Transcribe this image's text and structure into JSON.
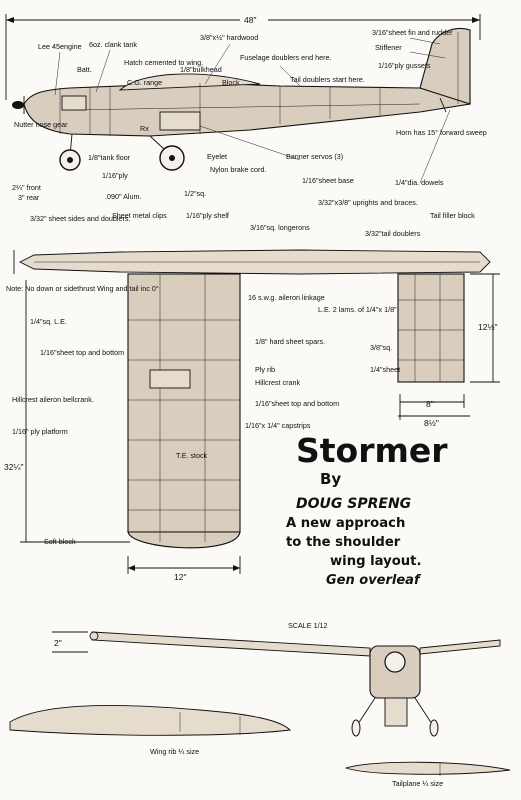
{
  "dimensions": {
    "fuselage_length": "48\"",
    "span": "32¼\"",
    "tail_chord_root": "12½\"",
    "tail_width_inner": "8\"",
    "tail_width_outer": "8½\"",
    "wing_chord": "12\"",
    "front_dim": "2\""
  },
  "side_view_labels": {
    "engine": "Lee 45engine",
    "tank": "6oz. clank tank",
    "hardwood": "3/8\"x½\" hardwood",
    "fin": "3/16\"sheet fin and rudder",
    "batt": "Batt.",
    "hatch": "Hatch cemented to wing.",
    "cg": "C.G. range",
    "bulkhead": "1/8\"bulkhead",
    "fuselage_doublers": "Fuselage doublers end here.",
    "stiffener": "Stiffener",
    "gussets": "1/16\"ply gussets",
    "block": "Block",
    "tail_doublers": "Tail doublers start here.",
    "rx": "Rx",
    "nutter": "Nutter nose gear",
    "tank_floor": "1/8\"tank floor",
    "horn": "Horn has 15° forward sweep",
    "eyelet": "Eyelet",
    "servos": "Banner servos (3)",
    "front": "2¼\" front",
    "rear": "3\" rear",
    "ply": "1/16\"ply",
    "nylon": "Nylon brake cord.",
    "sheet_base": "1/16\"sheet base",
    "dowels": "1/4\"dia. dowels",
    "alum": ".090\" Alum.",
    "sq": "1/2\"sq."
  },
  "plan_view_labels": {
    "sheet_sides": "3/32\" sheet sides and doublers.",
    "clips": "Sheet metal clips",
    "ply_shelf": "1/16\"ply shelf",
    "longerons": "3/16\"sq. longerons",
    "uprights": "3/32\"x3/8\" uprights and braces.",
    "tail_filler": "Tail filler block",
    "tail_doublers": "3/32\"tail doublers",
    "note": "Note: No down or sidethrust Wing and tail inc 0°",
    "aileron_linkage": "16 s.w.g. aileron linkage",
    "le_lams": "L.E. 2 lams. of 1/4\"x 1/8\"",
    "le_sq": "1/4\"sq. L.E.",
    "spars": "1/8\" hard sheet spars.",
    "sq38": "3/8\"sq.",
    "sheet_top": "1/16\"sheet top and bottom",
    "ply_rib": "Ply rib",
    "sheet14": "1/4\"sheet",
    "hillcrest_crank": "Hillcrest crank",
    "aileron_bell": "Hillcrest aileron bellcrank.",
    "sheet_top2": "1/16\"sheet top and bottom",
    "ply_platform": "1/16\" ply platform",
    "capstrips": "1/16\"x 1/4\" capstrips",
    "te_stock": "T.E. stock",
    "soft_block": "Soft block"
  },
  "title": {
    "name": "Stormer",
    "by": "By",
    "author": "DOUG SPRENG",
    "tagline_1": "A new approach",
    "tagline_2": "to the shoulder",
    "tagline_3": "wing layout.",
    "gen": "Gen overleaf"
  },
  "bottom_labels": {
    "scale": "SCALE 1/12",
    "wing_rib": "Wing rib ¼ size",
    "tailplane": "Tailplane ¼ size"
  }
}
